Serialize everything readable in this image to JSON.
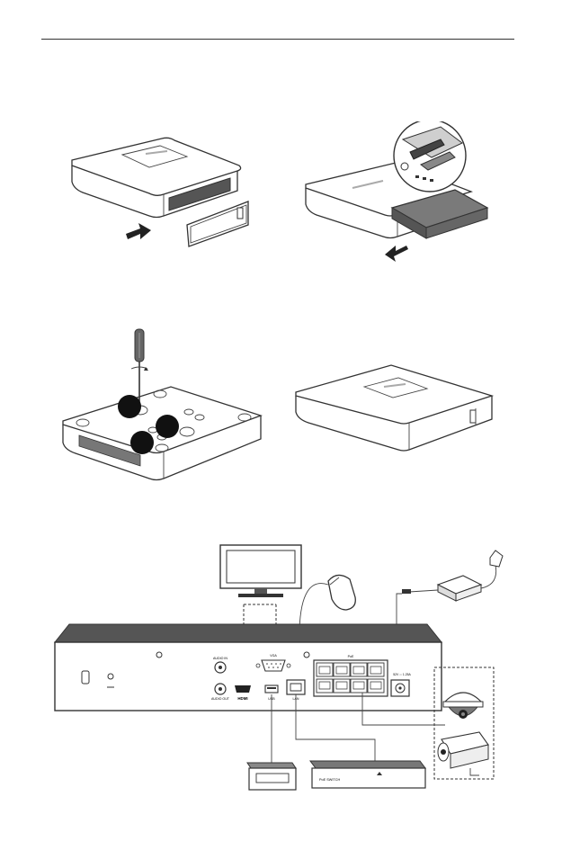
{
  "page": {
    "header_rule": true
  },
  "step1": {
    "icons": [
      "tray-arrow-icon"
    ]
  },
  "step2": {
    "icons": [
      "insert-arrow-icon"
    ]
  },
  "step3": {
    "badges": [
      "",
      "",
      ""
    ]
  },
  "rear_panel": {
    "ports": {
      "audio_in": "AUDIO IN",
      "audio_out": "AUDIO OUT",
      "hdmi": "HDMI",
      "vga": "VGA",
      "usb": "USB",
      "lan": "LAN",
      "poe": "PoE",
      "power": "52V ⎓ 1.25A"
    }
  },
  "devices": {
    "switch_label": "PoE SWITCH"
  }
}
